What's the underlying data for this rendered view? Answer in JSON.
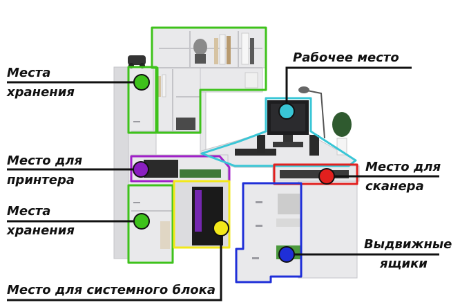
{
  "labels": {
    "storage_top_line1": "Места",
    "storage_top_line2": "хранения",
    "printer_line1": "Место для",
    "printer_line2": "принтера",
    "storage_bottom_line1": "Места",
    "storage_bottom_line2": "хранения",
    "system_unit": "Место для системного блока",
    "workplace": "Рабочее место",
    "scanner_line1": "Место для",
    "scanner_line2": "сканера",
    "drawers_line1": "Выдвижные",
    "drawers_line2": "ящики"
  },
  "colors": {
    "storage": "#3ec21b",
    "printer": "#a020c8",
    "system_unit": "#f2e81a",
    "workplace": "#39c6d6",
    "scanner": "#e2201e",
    "drawers": "#1f2fd8",
    "furniture": "#e9e9eb",
    "furniture_edge": "#c4c4c8"
  }
}
